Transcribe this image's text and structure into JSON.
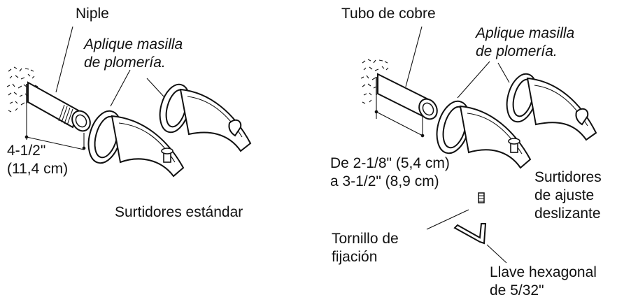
{
  "left": {
    "nipple_label": "Niple",
    "putty_line1": "Aplique masilla",
    "putty_line2": "de plomería.",
    "dim_line1": "4-1/2\"",
    "dim_line2": "(11,4 cm)",
    "caption": "Surtidores estándar"
  },
  "right": {
    "copper_label": "Tubo de cobre",
    "putty_line1": "Aplique masilla",
    "putty_line2": "de plomería.",
    "dim_line1": "De 2-1/8\" (5,4 cm)",
    "dim_line2": "a 3-1/2\" (8,9 cm)",
    "caption_line1": "Surtidores",
    "caption_line2": "de ajuste",
    "caption_line3": "deslizante",
    "screw_line1": "Tornillo de",
    "screw_line2": "fijación",
    "key_line1": "Llave hexagonal",
    "key_line2": "de 5/32\""
  }
}
